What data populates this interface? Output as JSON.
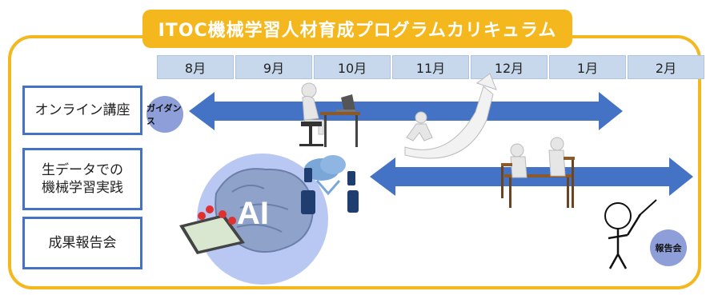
{
  "title": "ITOC機械学習人材育成プログラムカリキュラム",
  "months": [
    "8月",
    "9月",
    "10月",
    "11月",
    "12月",
    "1月",
    "2月"
  ],
  "rows": {
    "online": "オンライン講座",
    "raw_data_line1": "生データでの",
    "raw_data_line2": "機械学習実践",
    "report": "成果報告会"
  },
  "labels": {
    "guidance": "ガイダンス",
    "report_meeting": "報告会",
    "ai": "AI"
  },
  "colors": {
    "accent": "#f4b81e",
    "arrow": "#4473c5",
    "month_cell": "#c7d8ec",
    "row_border": "#4473c5",
    "circle": "#8e9ed8"
  }
}
